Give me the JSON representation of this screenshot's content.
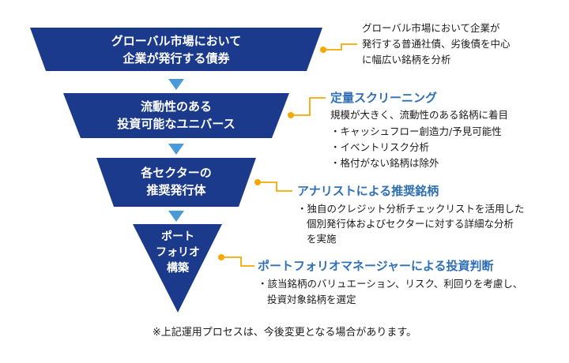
{
  "stages": [
    {
      "line1": "グローバル市場において",
      "line2": "企業が発行する債券"
    },
    {
      "line1": "流動性のある",
      "line2": "投資可能なユニバース"
    },
    {
      "line1": "各セクターの",
      "line2": "推奨発行体"
    },
    {
      "line1": "ポート",
      "line2": "フォリオ",
      "line3": "構築"
    }
  ],
  "annotations": {
    "universe": {
      "lines": [
        "グローバル市場において企業が",
        "発行する普通社債、劣後債を中心",
        "に幅広い銘柄を分析"
      ]
    },
    "screening": {
      "heading": "定量スクリーニング",
      "intro": "規模が大きく、流動性のある銘柄に着目",
      "bullets": [
        "・キャッシュフロー創造力/予見可能性",
        "・イベントリスク分析",
        "・格付がない銘柄は除外"
      ]
    },
    "analyst": {
      "heading": "アナリストによる推奨銘柄",
      "lines": [
        "・独自のクレジット分析チェックリストを活用した",
        "個別発行体およびセクターに対する詳細な分析",
        "を実施"
      ]
    },
    "pm": {
      "heading": "ポートフォリオマネージャーによる投資判断",
      "lines": [
        "・該当銘柄のバリュエーション、リスク、利回りを考慮し、",
        "投資対象銘柄を選定"
      ]
    }
  },
  "footnote": "※上記運用プロセスは、今後変更となる場合があります。",
  "colors": {
    "navy": "#1b3a8c",
    "arrow": "#4a9ad8",
    "connector": "#f5a800",
    "heading": "#2f6fb5"
  }
}
